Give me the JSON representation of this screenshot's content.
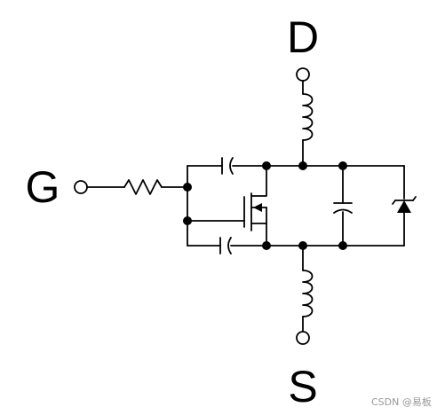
{
  "terminals": {
    "drain_label": "D",
    "gate_label": "G",
    "source_label": "S"
  },
  "watermark": "CSDN @易板",
  "colors": {
    "line": "#000000",
    "background": "#ffffff",
    "watermark": "#999999"
  }
}
